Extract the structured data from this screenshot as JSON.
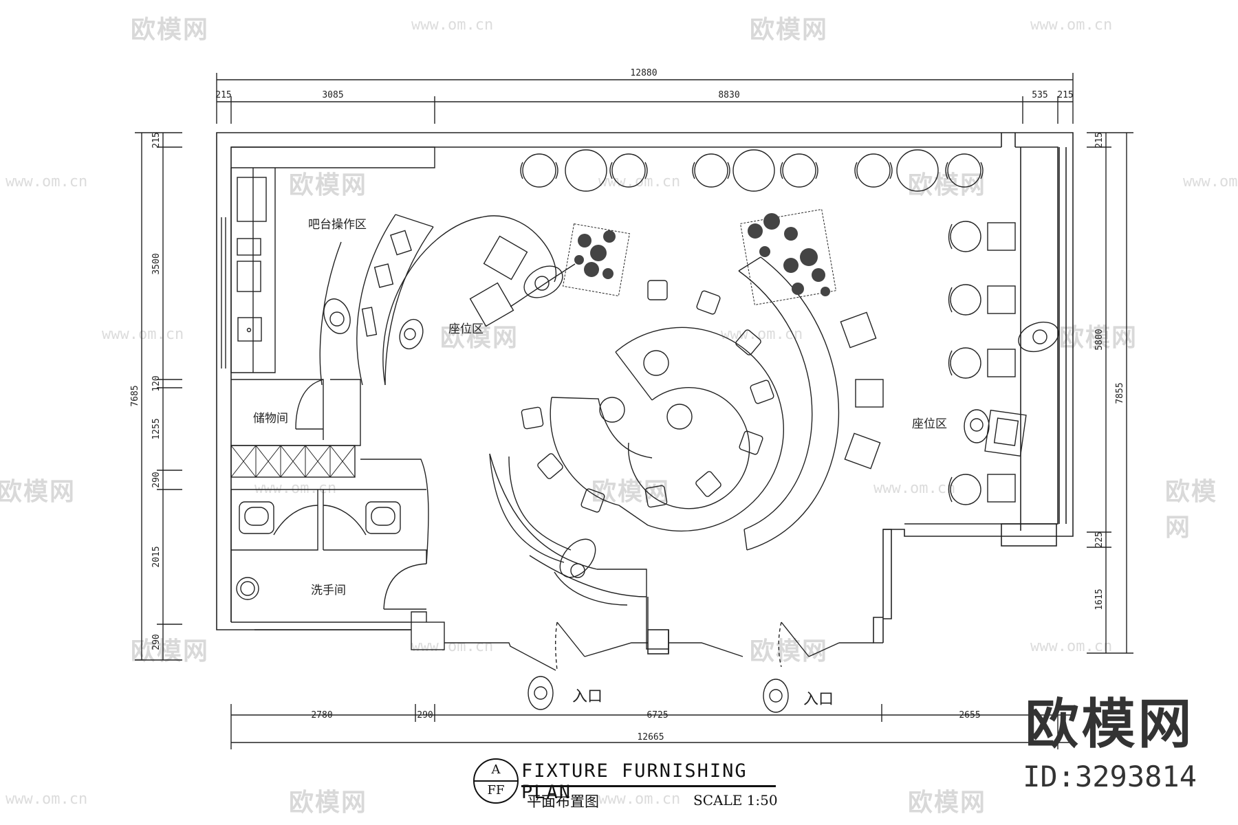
{
  "watermarks": {
    "brand": "欧模网",
    "url": "www.om.cn"
  },
  "dimensions": {
    "top_total": "12880",
    "top_segments": [
      "215",
      "3085",
      "8830",
      "535",
      "215"
    ],
    "left_total": "7685",
    "left_segments": [
      "215",
      "3500",
      "120",
      "1255",
      "290",
      "2015",
      "290"
    ],
    "right_total": "7855",
    "right_segments": [
      "215",
      "5800",
      "225",
      "1615"
    ],
    "bottom_total": "12665",
    "bottom_segments": [
      "2780",
      "290",
      "6725",
      "2655"
    ]
  },
  "rooms": {
    "bar_area": "吧台操作区",
    "seating_left": "座位区",
    "seating_right": "座位区",
    "storage": "储物间",
    "washroom": "洗手间",
    "entrance_left": "入口",
    "entrance_right": "入口"
  },
  "title_block": {
    "ref_letter": "A",
    "ref_code": "FF",
    "title": "FIXTURE FURNISHING PLAN",
    "subtitle": "平面布置图",
    "scale": "SCALE 1:50"
  },
  "brand_stamp": {
    "logo": "欧模网",
    "id": "ID:3293814"
  },
  "colors": {
    "line": "#222222",
    "watermark": "#d9d9d9"
  }
}
